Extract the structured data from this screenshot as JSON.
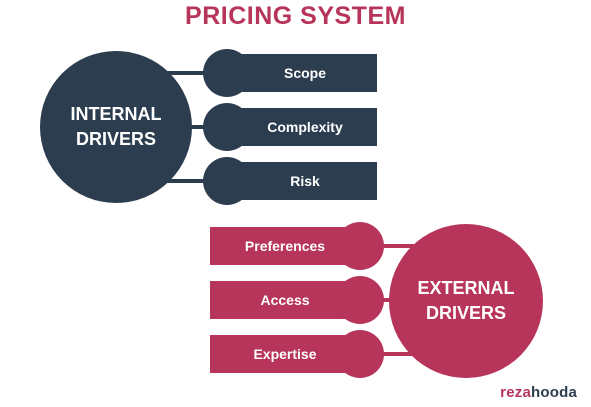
{
  "title": "PRICING SYSTEM",
  "internal": {
    "line1": "INTERNAL",
    "line2": "DRIVERS",
    "items": [
      "Scope",
      "Complexity",
      "Risk"
    ]
  },
  "external": {
    "line1": "EXTERNAL",
    "line2": "DRIVERS",
    "items": [
      "Preferences",
      "Access",
      "Expertise"
    ]
  },
  "brand": {
    "part1": "reza",
    "part2": "hooda"
  },
  "colors": {
    "navy": "#2b3d4f",
    "rose": "#b7345a",
    "background": "#ffffff"
  }
}
